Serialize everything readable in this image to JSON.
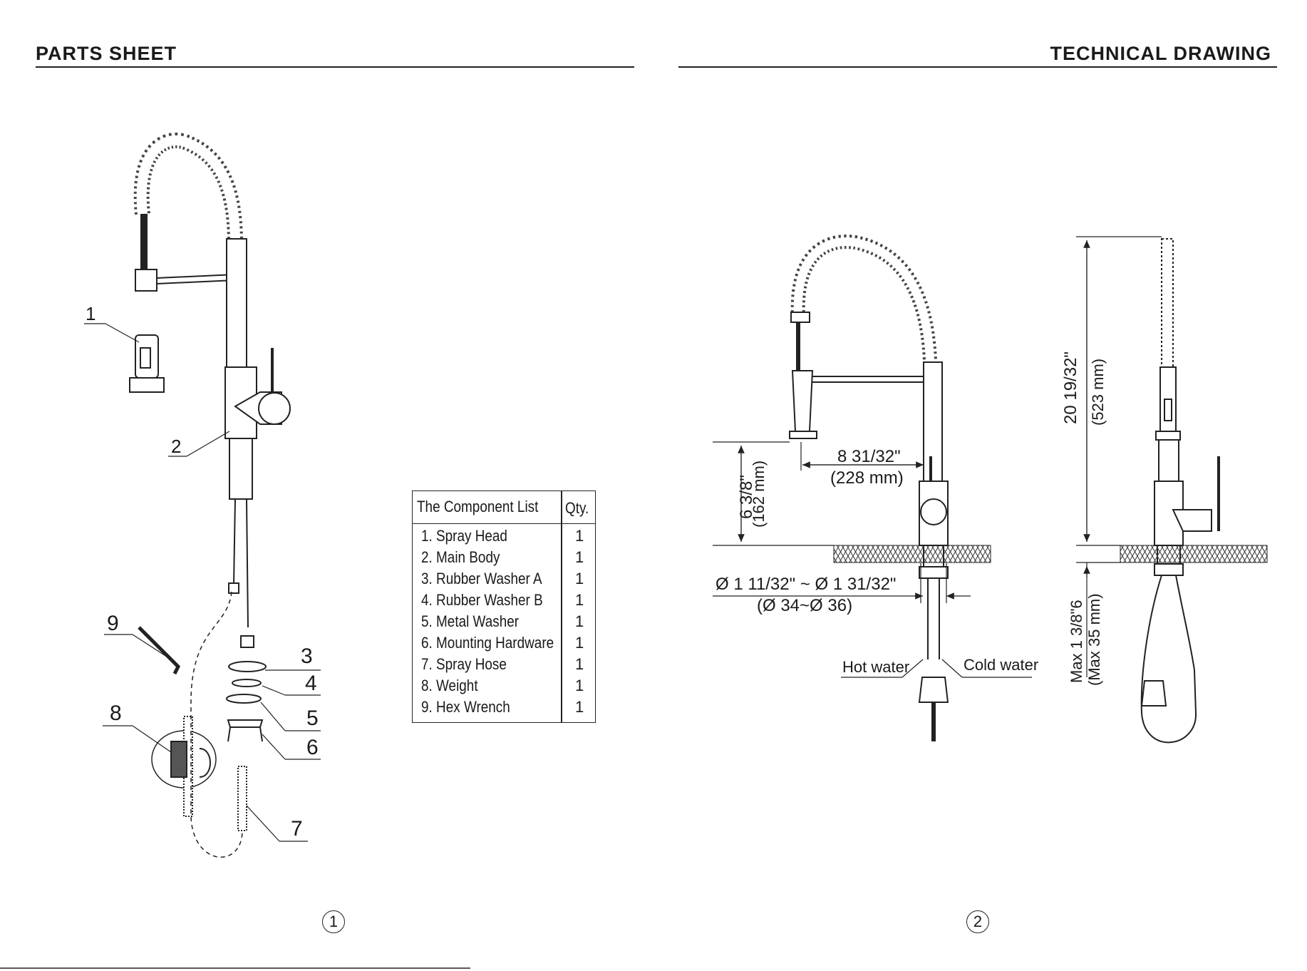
{
  "header": {
    "left_title": "PARTS SHEET",
    "right_title": "TECHNICAL DRAWING"
  },
  "callouts": [
    "1",
    "2",
    "3",
    "4",
    "5",
    "6",
    "7",
    "8",
    "9"
  ],
  "component_table": {
    "title": "The Component List",
    "qty_header": "Qty.",
    "rows": [
      {
        "item": "1. Spray Head",
        "qty": "1"
      },
      {
        "item": "2. Main Body",
        "qty": "1"
      },
      {
        "item": "3. Rubber Washer A",
        "qty": "1"
      },
      {
        "item": "4. Rubber Washer B",
        "qty": "1"
      },
      {
        "item": "5. Metal Washer",
        "qty": "1"
      },
      {
        "item": "6. Mounting Hardware",
        "qty": "1"
      },
      {
        "item": "7. Spray Hose",
        "qty": "1"
      },
      {
        "item": "8. Weight",
        "qty": "1"
      },
      {
        "item": "9. Hex Wrench",
        "qty": "1"
      }
    ]
  },
  "dimensions": {
    "height_spout_in": "6 3/8\"",
    "height_spout_mm": "(162 mm)",
    "reach_in": "8 31/32\"",
    "reach_mm": "(228 mm)",
    "hole_in": "Ø 1 11/32\" ~ Ø 1 31/32\"",
    "hole_mm": "(Ø 34~Ø 36)",
    "hot_water": "Hot water",
    "cold_water": "Cold water",
    "total_height_in": "20 19/32\"",
    "total_height_mm": "(523 mm)",
    "deck_in": "Max 1 3/8\"6",
    "deck_mm": "(Max 35 mm)"
  },
  "page_numbers": {
    "left": "1",
    "right": "2"
  }
}
